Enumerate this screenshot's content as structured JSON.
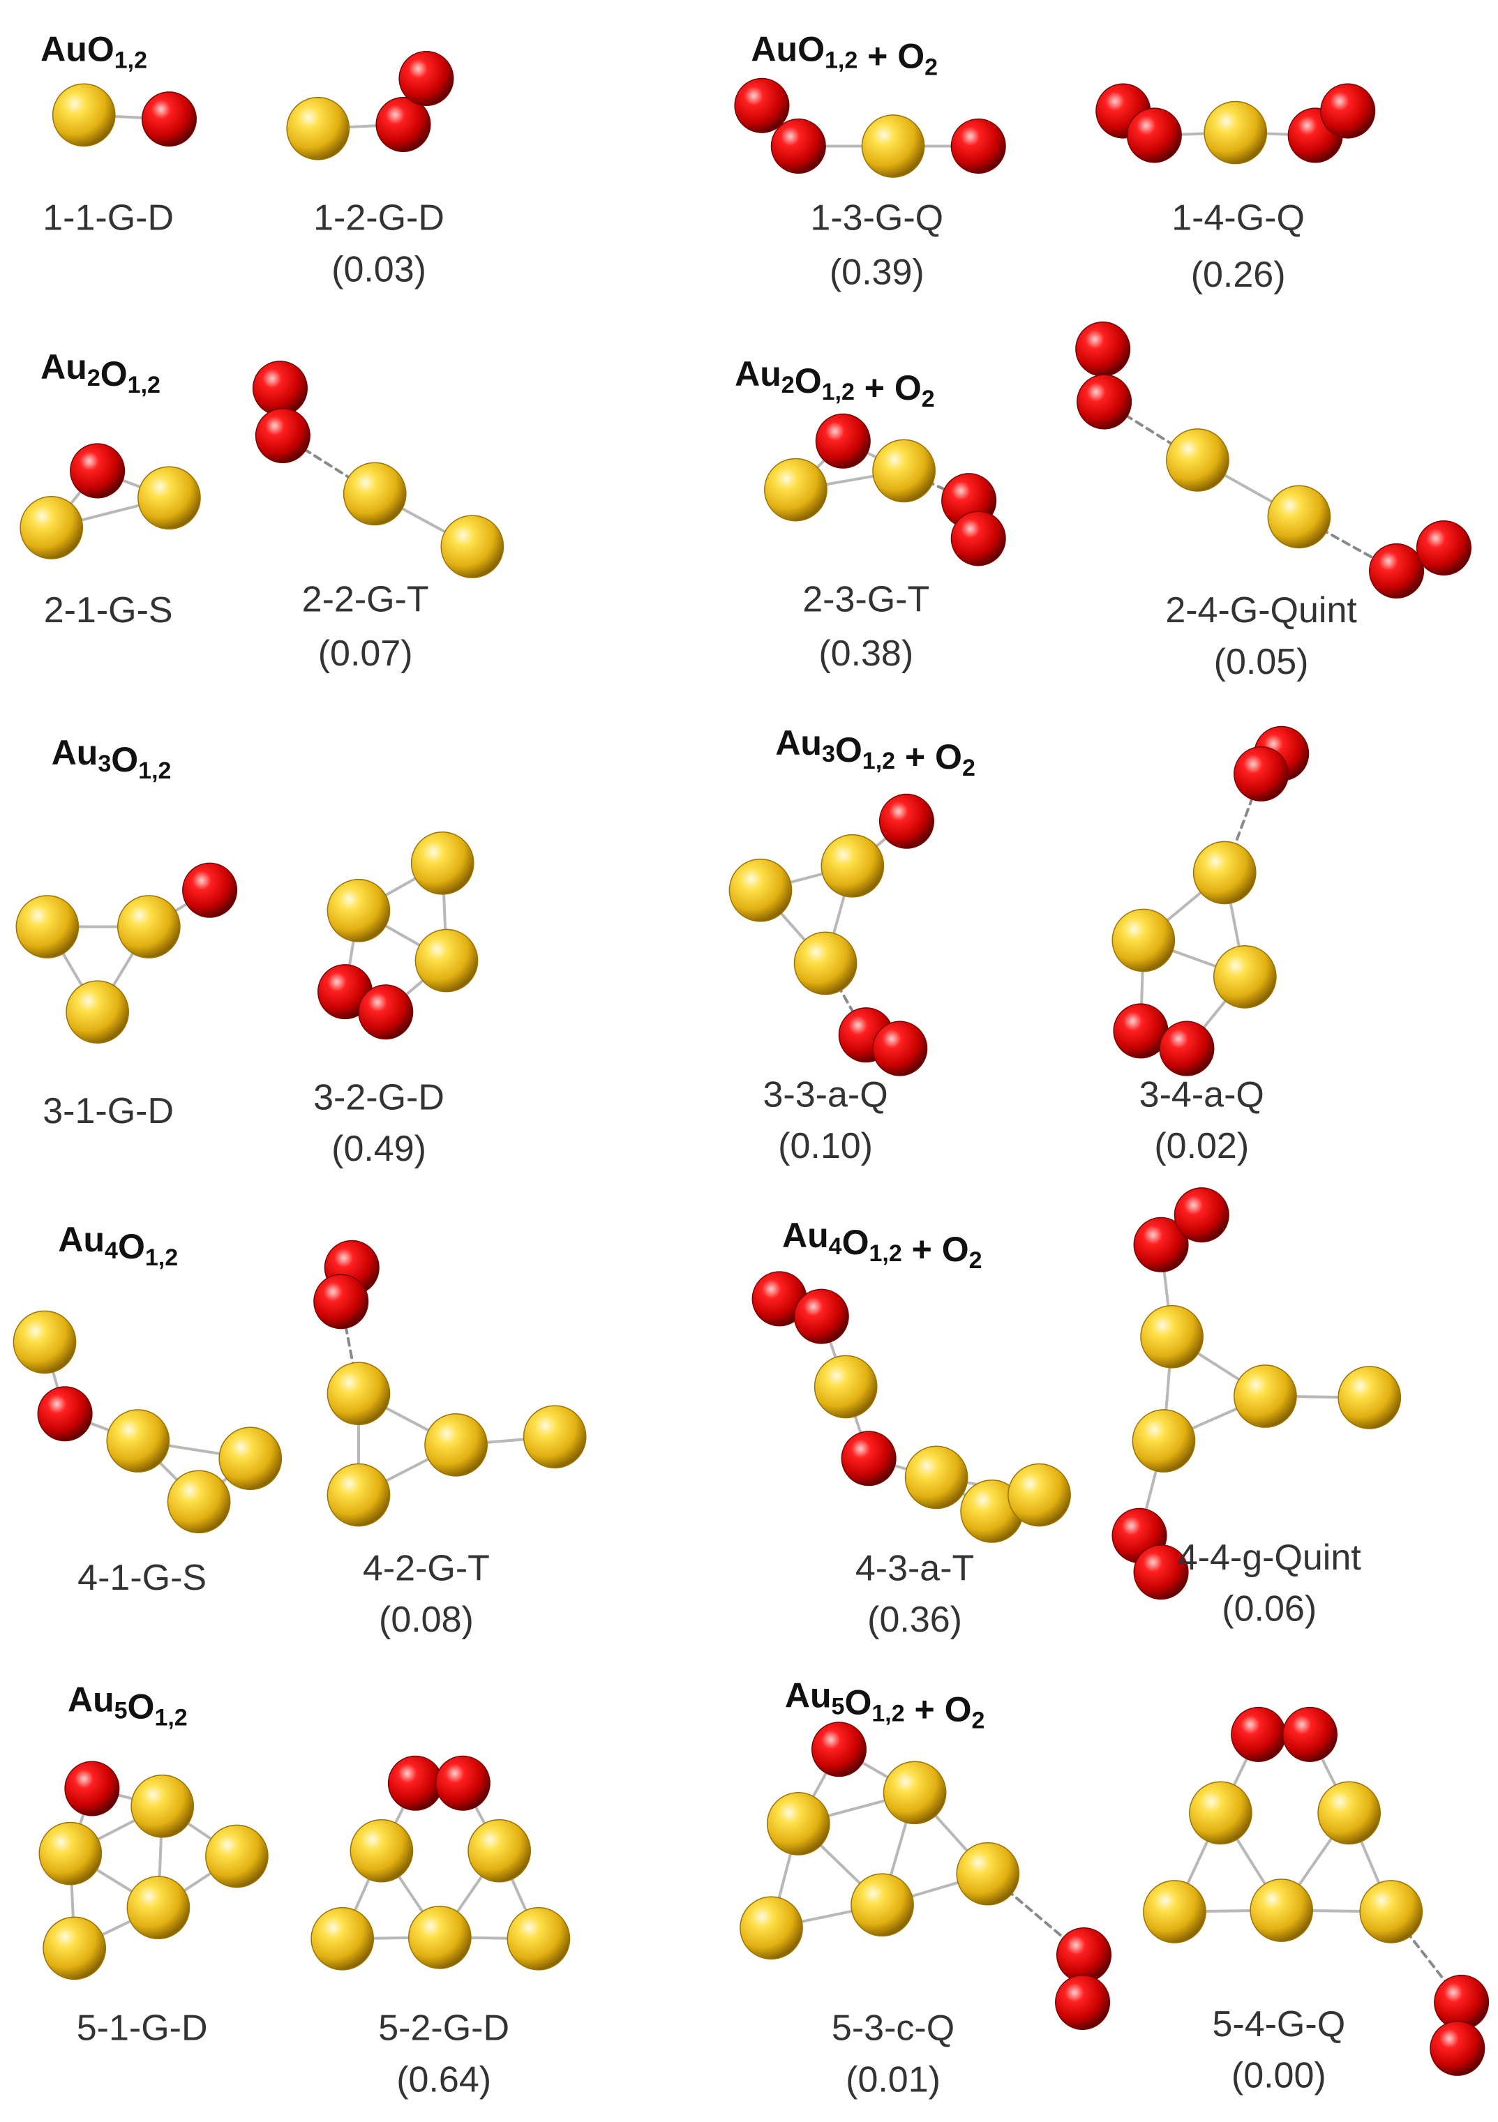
{
  "panels": [
    {
      "heading": "AuO1,2",
      "structures": [
        {
          "id": "1-1-G-D",
          "energy": ""
        },
        {
          "id": "1-2-G-D",
          "energy": "(0.03)"
        }
      ]
    },
    {
      "heading": "AuO1,2 + O2",
      "structures": [
        {
          "id": "1-3-G-Q",
          "energy": "(0.39)"
        },
        {
          "id": "1-4-G-Q",
          "energy": "(0.26)"
        }
      ]
    },
    {
      "heading": "Au2O1,2",
      "structures": [
        {
          "id": "2-1-G-S",
          "energy": ""
        },
        {
          "id": "2-2-G-T",
          "energy": "(0.07)"
        }
      ]
    },
    {
      "heading": "Au2O1,2 + O2",
      "structures": [
        {
          "id": "2-3-G-T",
          "energy": "(0.38)"
        },
        {
          "id": "2-4-G-Quint",
          "energy": "(0.05)"
        }
      ]
    },
    {
      "heading": "Au3O1,2",
      "structures": [
        {
          "id": "3-1-G-D",
          "energy": ""
        },
        {
          "id": "3-2-G-D",
          "energy": "(0.49)"
        }
      ]
    },
    {
      "heading": "Au3O1,2 + O2",
      "structures": [
        {
          "id": "3-3-a-Q",
          "energy": "(0.10)"
        },
        {
          "id": "3-4-a-Q",
          "energy": "(0.02)"
        }
      ]
    },
    {
      "heading": "Au4O1,2",
      "structures": [
        {
          "id": "4-1-G-S",
          "energy": ""
        },
        {
          "id": "4-2-G-T",
          "energy": "(0.08)"
        }
      ]
    },
    {
      "heading": "Au4O1,2 + O2",
      "structures": [
        {
          "id": "4-3-a-T",
          "energy": "(0.36)"
        },
        {
          "id": "4-4-g-Quint",
          "energy": "(0.06)"
        }
      ]
    },
    {
      "heading": "Au5O1,2",
      "structures": [
        {
          "id": "5-1-G-D",
          "energy": ""
        },
        {
          "id": "5-2-G-D",
          "energy": "(0.64)"
        }
      ]
    },
    {
      "heading": "Au5O1,2 + O2",
      "structures": [
        {
          "id": "5-3-c-Q",
          "energy": "(0.01)"
        },
        {
          "id": "5-4-G-Q",
          "energy": "(0.00)"
        }
      ]
    }
  ],
  "atom_colors": {
    "Au": "#f2c81e",
    "O": "#e00000"
  }
}
